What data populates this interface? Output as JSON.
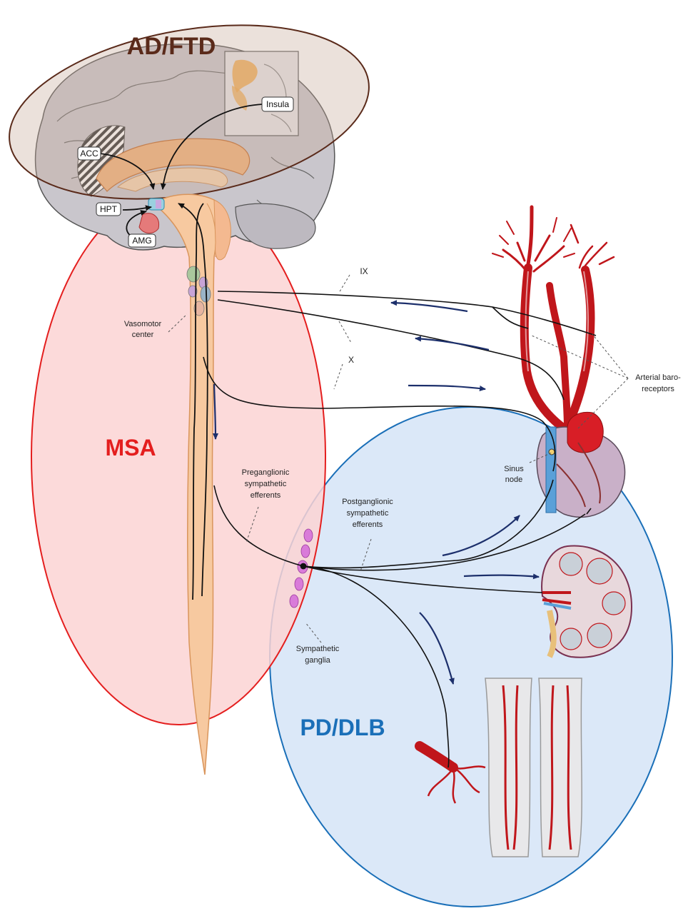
{
  "regions": {
    "ad_ftd": {
      "title": "AD/FTD",
      "color": "#5a2a1a",
      "fill": "#d9c4b8"
    },
    "msa": {
      "title": "MSA",
      "color": "#e41e1e",
      "fill": "#fbd2d2"
    },
    "pd_dlb": {
      "title": "PD/DLB",
      "color": "#1a6fb8",
      "fill": "#dbe8f8"
    }
  },
  "brain_labels": {
    "insula": "Insula",
    "acc": "ACC",
    "hpt": "HPT",
    "amg": "AMG"
  },
  "nerve_labels": {
    "ix": "IX",
    "x": "X"
  },
  "text_labels": {
    "vasomotor_1": "Vasomotor",
    "vasomotor_2": "center",
    "baro_1": "Arterial baro-",
    "baro_2": "receptors",
    "sinus_1": "Sinus",
    "sinus_2": "node",
    "pre_1": "Preganglionic",
    "pre_2": "sympathetic",
    "pre_3": "efferents",
    "post_1": "Postganglionic",
    "post_2": "sympathetic",
    "post_3": "efferents",
    "ganglia_1": "Sympathetic",
    "ganglia_2": "ganglia"
  },
  "colors": {
    "artery": "#c0161b",
    "vein": "#5aa0d8",
    "nerve": "#111111",
    "flow_arrow": "#1c2f6b",
    "ganglion": "#d97bd9",
    "spinal_cord": "#f7c9a0"
  }
}
